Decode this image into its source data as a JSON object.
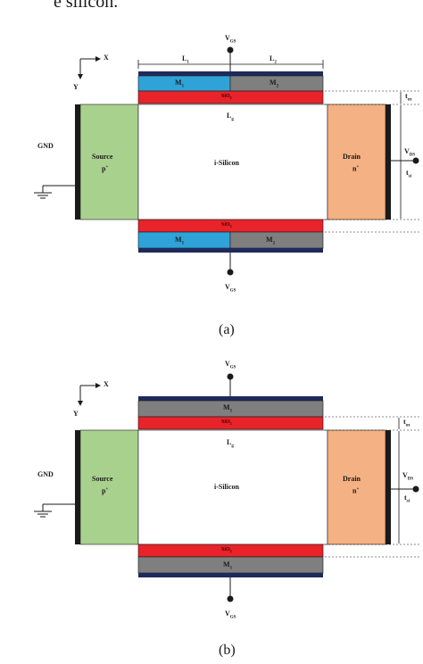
{
  "header_fragment": "e silicon.",
  "panels": [
    {
      "caption": "(a)",
      "gate_top": "V",
      "gate_top_sub": "GS",
      "gate_bottom": "V",
      "gate_bottom_sub": "GS",
      "L1": "L",
      "L1_sub": "1",
      "L2": "L",
      "L2_sub": "2",
      "Lg": "L",
      "Lg_sub": "g",
      "metal1": "M",
      "metal1_sub": "1",
      "metal2": "M",
      "metal2_sub": "2",
      "oxide": "SiO",
      "oxide_sub": "2",
      "source": "Source",
      "source_doping": "p",
      "source_doping_sup": "+",
      "drain": "Drain",
      "drain_doping": "n",
      "drain_doping_sup": "+",
      "channel": "i-Silicon",
      "gnd": "GND",
      "vds": "V",
      "vds_sub": "DS",
      "tsi": "t",
      "tsi_sub": "si",
      "tox": "t",
      "tox_sub": "ox",
      "axis_x": "X",
      "axis_y": "Y"
    },
    {
      "caption": "(b)",
      "gate_top": "V",
      "gate_top_sub": "GS",
      "gate_bottom": "V",
      "gate_bottom_sub": "GS",
      "Lg": "L",
      "Lg_sub": "g",
      "metal": "M",
      "metal_sub": "1",
      "oxide": "SiO",
      "oxide_sub": "2",
      "source": "Source",
      "source_doping": "p",
      "source_doping_sup": "+",
      "drain": "Drain",
      "drain_doping": "n",
      "drain_doping_sup": "+",
      "channel": "i-Silicon",
      "gnd": "GND",
      "vds": "V",
      "vds_sub": "DS",
      "tsi": "t",
      "tsi_sub": "si",
      "tox": "t",
      "tox_sub": "ox",
      "axis_x": "X",
      "axis_y": "Y"
    }
  ],
  "colors": {
    "source": "#a9d18e",
    "drain": "#f4b183",
    "metal1": "#2fa3d8",
    "metal2": "#7f7f7f",
    "oxide": "#e8232a",
    "gate_contact": "#1f2a5c"
  }
}
